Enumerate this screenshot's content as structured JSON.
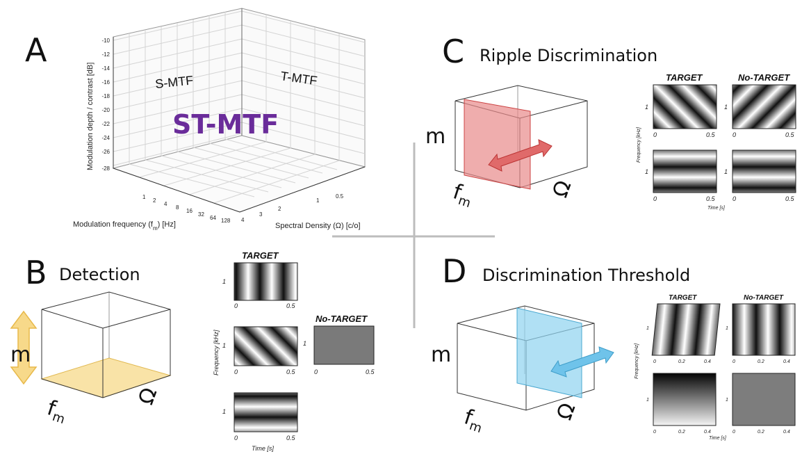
{
  "panels": {
    "a": {
      "letter": "A",
      "y_ticks": [
        "-10",
        "-12",
        "-14",
        "-16",
        "-18",
        "-20",
        "-22",
        "-24",
        "-26",
        "-28"
      ],
      "y_label": "Modulation depth / contrast [dB]",
      "fm_ticks": [
        "1",
        "2",
        "4",
        "8",
        "16",
        "32",
        "64",
        "128"
      ],
      "fm_label": "Modulation frequency (f",
      "fm_label_sub": "m",
      "fm_label_end": ") [Hz]",
      "omega_ticks": [
        "0.5",
        "1",
        "2",
        "3",
        "4"
      ],
      "omega_label": "Spectral Density (Ω) [c/o]",
      "s_mtf": "S-MTF",
      "t_mtf": "T-MTF",
      "st_mtf": "ST-MTF",
      "colors": {
        "st_mtf": "#6a2c9a"
      }
    },
    "b": {
      "letter": "B",
      "title": "Detection",
      "m_label": "m",
      "fm_label": "f",
      "fm_sub": "m",
      "omega_label": "Ω",
      "target_title": "TARGET",
      "no_target_title": "No-TARGET",
      "freq_axis": "Frequency [kHz]",
      "time_axis": "Time [s]",
      "tick_1": "1",
      "tick_0": "0",
      "tick_05": "0.5",
      "colors": {
        "plane": "#f7d98a",
        "arrow": "#f5d27a"
      }
    },
    "c": {
      "letter": "C",
      "title": "Ripple Discrimination",
      "m_label": "m",
      "fm_label": "f",
      "fm_sub": "m",
      "omega_label": "Ω",
      "target_title": "TARGET",
      "no_target_title": "No-TARGET",
      "freq_axis": "Frequency [kHz]",
      "time_axis": "Time [s]",
      "tick_1": "1",
      "tick_0": "0",
      "tick_05": "0.5",
      "colors": {
        "plane": "#e88a8a",
        "arrow": "#e06a6a"
      }
    },
    "d": {
      "letter": "D",
      "title": "Discrimination Threshold",
      "m_label": "m",
      "fm_label": "f",
      "fm_sub": "m",
      "omega_label": "Ω",
      "target_title": "TARGET",
      "no_target_title": "No-TARGET",
      "freq_axis": "Frequency [kHz]",
      "time_axis": "Time [s]",
      "tick_1": "1",
      "tick_0": "0",
      "tick_02": "0.2",
      "tick_04": "0.4",
      "colors": {
        "plane": "#8fd3f0",
        "arrow": "#6fc3ea"
      }
    }
  }
}
